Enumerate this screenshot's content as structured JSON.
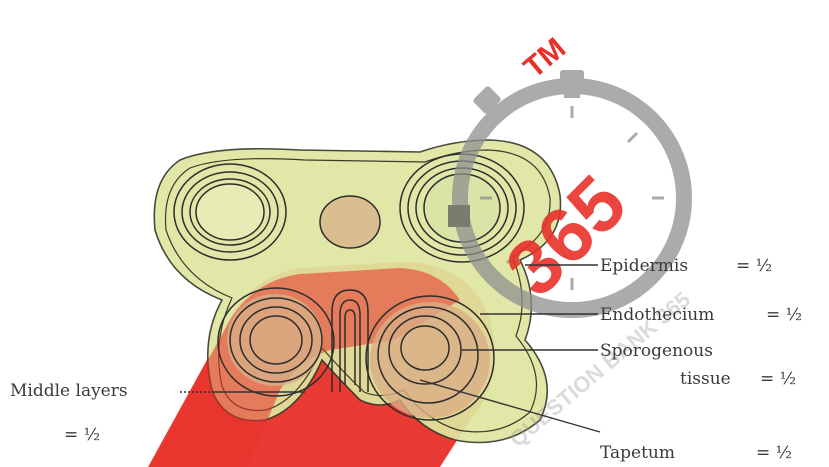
{
  "diagram": {
    "labels": {
      "epidermis": "Epidermis",
      "epidermis_marks": "= ½",
      "endothecium": "Endothecium",
      "endothecium_marks": "= ½",
      "sporogenous_line1": "Sporogenous",
      "sporogenous_line2": "tissue",
      "sporogenous_marks": "= ½",
      "middle_layers": "Middle layers",
      "middle_layers_marks": "= ½",
      "tapetum": "Tapetum",
      "tapetum_marks": "= ½"
    }
  },
  "watermark": {
    "trademark": "TM",
    "number": "365",
    "arc_text": "QUESTION BANK 365"
  },
  "colors": {
    "anther_fill": "#e2eaa6",
    "locule_fill": "#d8ca9a",
    "watermark_red": "#e8312a",
    "watermark_grey": "#8f8f8f",
    "line": "#2d2d2d"
  }
}
